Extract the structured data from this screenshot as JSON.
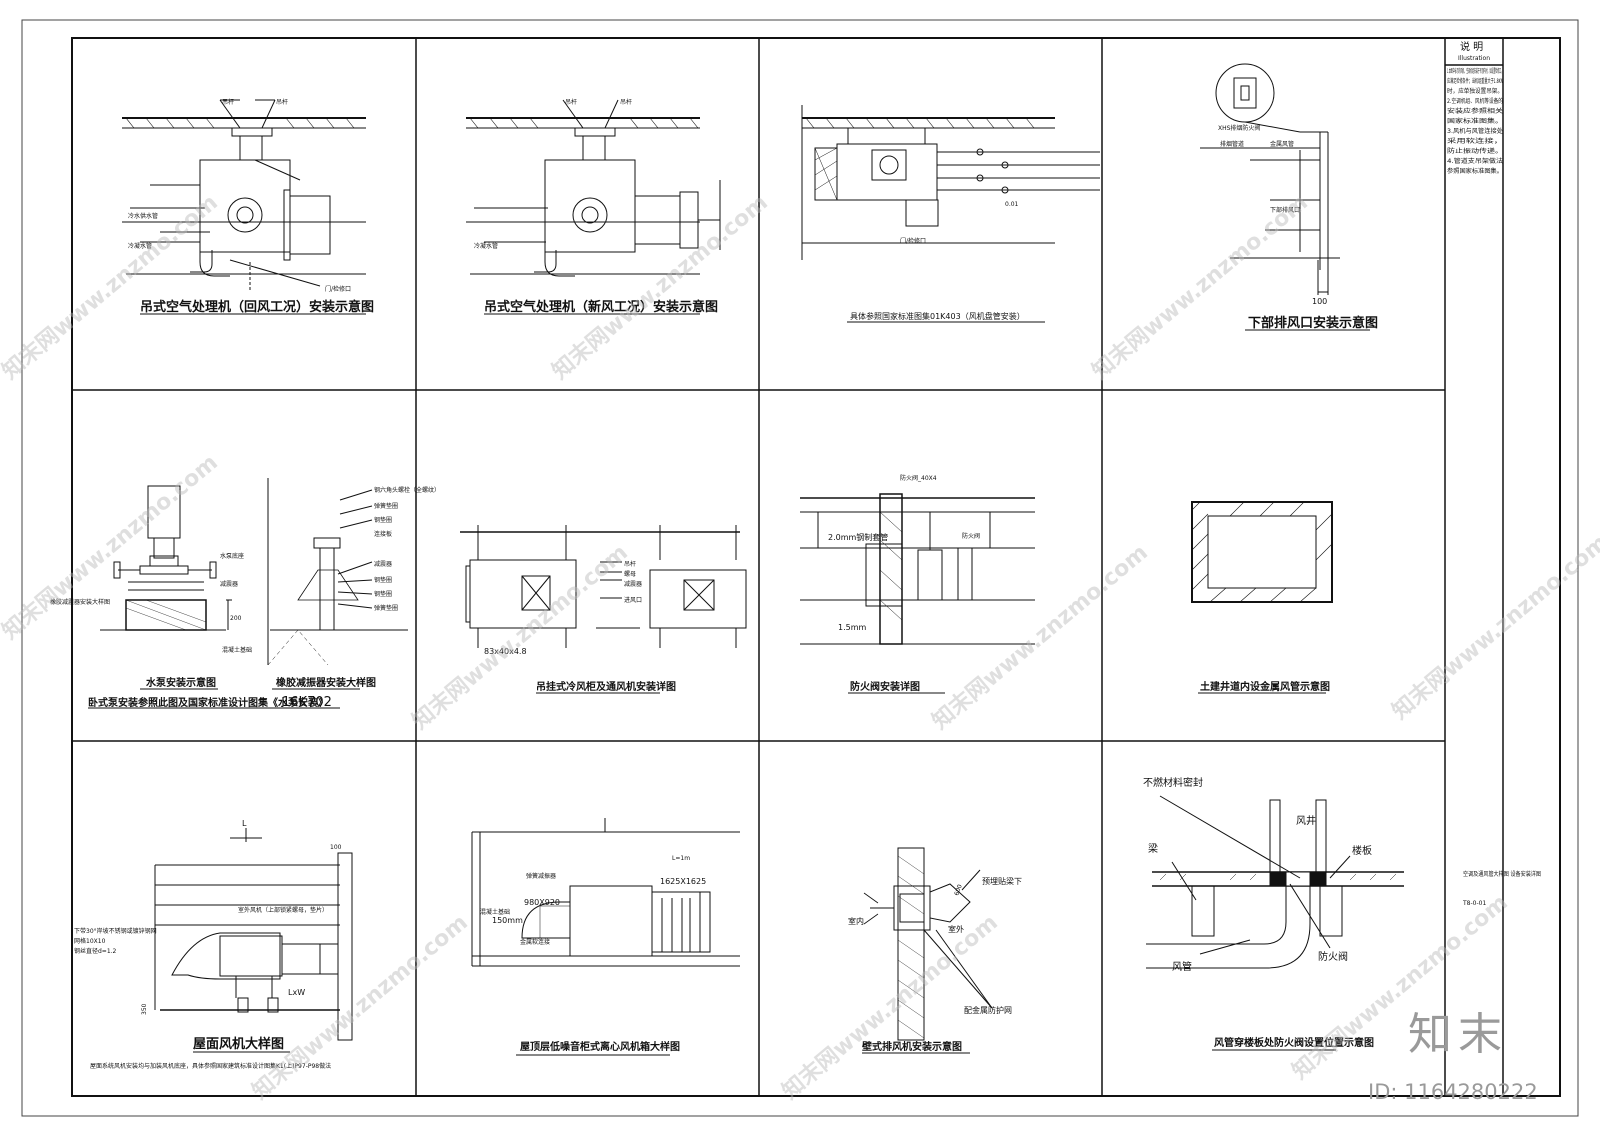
{
  "panels": {
    "p1": {
      "title": "吊式空气处理机（回风工况）安装示意图"
    },
    "p2": {
      "title": "吊式空气处理机（新风工况）安装示意图"
    },
    "p3": {
      "title": "具体参照国家标准图集01K403（风机盘管安装）"
    },
    "p4": {
      "title": "下部排风口安装示意图",
      "dim": "100",
      "label_top": "XHS排烟防火阀"
    },
    "p5": {
      "title": "水泵安装示意图",
      "title2": "橡胶减振器安装大样图",
      "note_prefix": "卧式泵安装参照此图及国家标准设计图集《水泵安装》",
      "note_code": "16K702",
      "labels": [
        "钢六角头螺栓（全螺纹）",
        "弹簧垫圈",
        "钢垫圈",
        "连接板",
        "水泵底座",
        "减震器",
        "橡胶减震器安装大样图",
        "混凝土基础",
        "减震器",
        "钢垫圈",
        "钢垫圈",
        "弹簧垫圈"
      ],
      "dim": "200"
    },
    "p6": {
      "title": "吊挂式冷风柜及通风机安装详图",
      "dim": "83x40x4.8"
    },
    "p7": {
      "title": "防火阀安装详图",
      "labels": [
        "防火阀_40X4",
        "2.0mm钢制套管",
        "1.5mm",
        "防火阀"
      ]
    },
    "p8": {
      "title": "土建井道内设金属风管示意图"
    },
    "p9": {
      "title": "屋面风机大样图",
      "dim_l": "L",
      "dim_lxw": "LxW",
      "dim_350": "350",
      "dim_100": "100",
      "note": "屋面系统风机安装均与加装风机底座，具体参照国家建筑标准设计图集K1(上)P97-P98做法",
      "labels": [
        "下带30°岸坡不锈钢或镀锌钢网",
        "网格10X10",
        "钢丝直径d=1.2"
      ]
    },
    "p10": {
      "title": "屋顶层低噪音柜式离心风机箱大样图",
      "dims": [
        "980X920",
        "150mm",
        "1625X1625",
        "L=1m"
      ]
    },
    "p11": {
      "title": "壁式排风机安装示意图",
      "labels": [
        "室内",
        "室外",
        "配金属防护网",
        "预埋贴梁下",
        "600"
      ]
    },
    "p12": {
      "title": "风管穿楼板处防火阀设置位置示意图",
      "labels": [
        "不燃材料密封",
        "风井",
        "梁",
        "楼板",
        "防火阀",
        "风管"
      ]
    }
  },
  "notes": {
    "header": "说  明",
    "header_en": "Illustration",
    "body": [
      "1.本图中标示的风机、空调机组安装于吊顶内时，如设置检修口，",
      "应满足检修条件；当机组重量大于1.8KN",
      "时，应单独设置吊架。",
      "2.空调机组、风机等设备的",
      "安装应参照相关",
      "国家标准图集。",
      "3.风机与风管连接处",
      "采用软连接，",
      "防止振动传递。",
      "4.管道支吊架做法",
      "参照国家标准图集。"
    ]
  },
  "titleblock": {
    "name": "空调及通风管大样图 设备安装详图",
    "code": "T8-0-01"
  },
  "brand": "知末",
  "id_text": "ID: 1164280222",
  "watermark": "知末网www.znzmo.com"
}
